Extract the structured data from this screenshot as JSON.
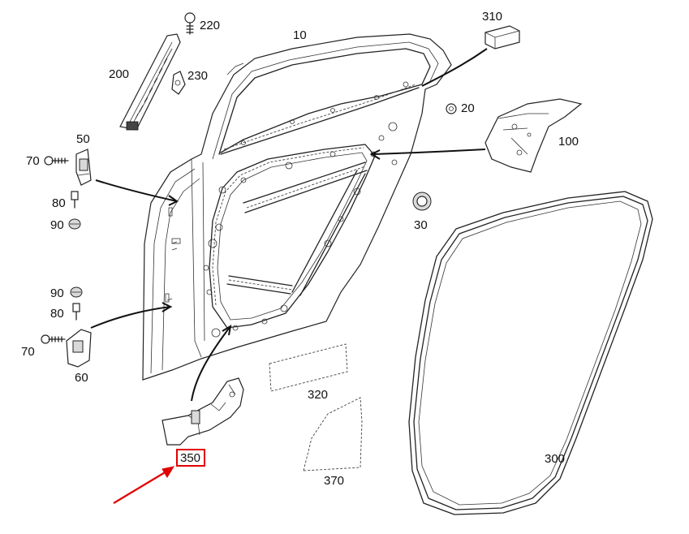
{
  "labels": {
    "p10": "10",
    "p20": "20",
    "p30": "30",
    "p50": "50",
    "p60": "60",
    "p70_top": "70",
    "p70_bottom": "70",
    "p80_top": "80",
    "p80_bottom": "80",
    "p90_top": "90",
    "p90_bottom": "90",
    "p100": "100",
    "p200": "200",
    "p220": "220",
    "p230": "230",
    "p300": "300",
    "p310": "310",
    "p320": "320",
    "p350": "350",
    "p370": "370"
  },
  "highlight": {
    "part": "350",
    "box_color": "#e00000",
    "arrow_color": "#e00000"
  },
  "colors": {
    "line": "#222222",
    "background": "#ffffff",
    "seal_fill": "#d9d9d9"
  }
}
